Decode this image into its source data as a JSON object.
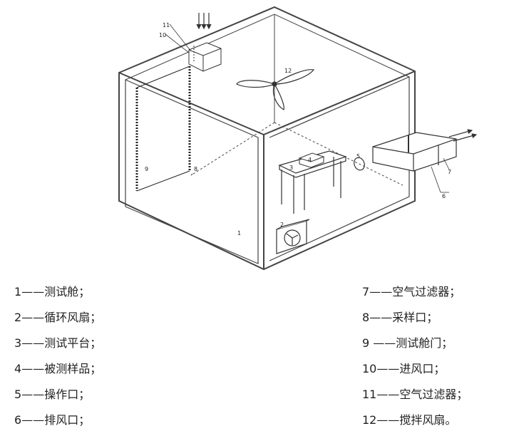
{
  "diagram": {
    "labels": {
      "chamber": "1",
      "circ_fan": "2",
      "platform": "3",
      "sample": "4",
      "op_port": "5",
      "exhaust": "6",
      "ext_filter": "7",
      "sampling_port": "8",
      "door": "9",
      "inlet": "10",
      "top_filter": "11",
      "stir_fan": "12"
    }
  },
  "legend": {
    "left": [
      {
        "num": "1",
        "sep": "——",
        "label": "测试舱；"
      },
      {
        "num": "2",
        "sep": "——",
        "label": "循环风扇；"
      },
      {
        "num": "3",
        "sep": "——",
        "label": "测试平台；"
      },
      {
        "num": "4",
        "sep": "——",
        "label": "被测样品；"
      },
      {
        "num": "5",
        "sep": "——",
        "label": "操作口；"
      },
      {
        "num": "6",
        "sep": "——",
        "label": "排风口；"
      }
    ],
    "right": [
      {
        "num": "7",
        "sep": "——",
        "label": "空气过滤器；"
      },
      {
        "num": "8",
        "sep": "——",
        "label": "采样口；"
      },
      {
        "num": "9",
        "sep": " ——",
        "label": "测试舱门；"
      },
      {
        "num": "10",
        "sep": "——",
        "label": "进风口；"
      },
      {
        "num": "11",
        "sep": "——",
        "label": "空气过滤器；"
      },
      {
        "num": "12",
        "sep": "——",
        "label": "搅拌风扇。"
      }
    ]
  }
}
